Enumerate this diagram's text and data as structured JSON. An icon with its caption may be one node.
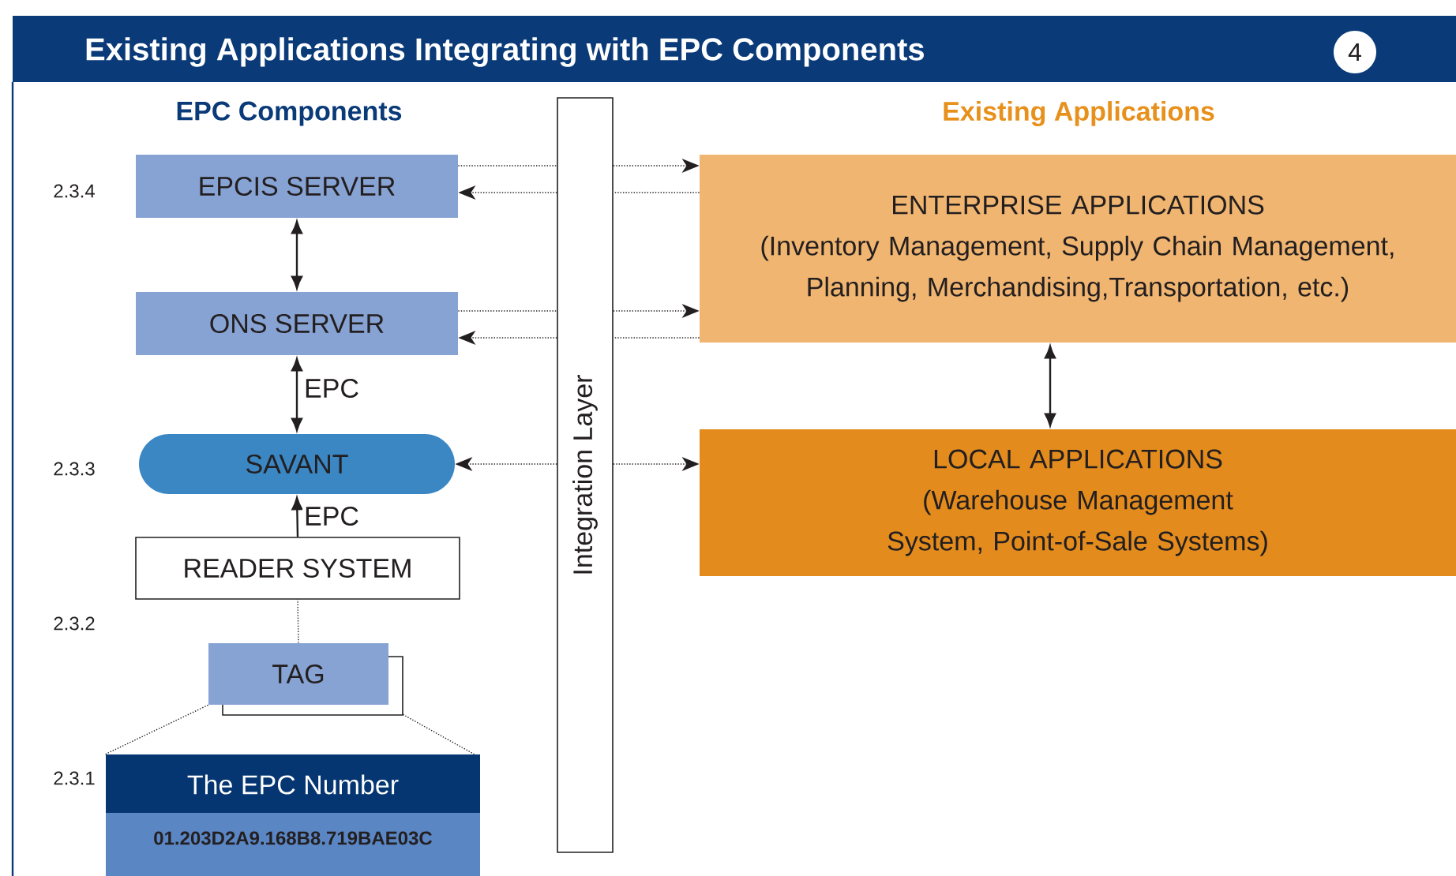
{
  "diagram": {
    "title": "Existing Applications Integrating with EPC Components",
    "nodes": [
      {
        "text": [
          "EPCIS SERVER"
        ]
      },
      {
        "text": [
          "ONS SERVER"
        ]
      },
      {
        "text": [
          "SAVANT"
        ]
      },
      {
        "text": [
          "READER SYSTEM"
        ]
      },
      {
        "text": [
          "TAG"
        ]
      },
      {
        "text": [
          "The EPC Number",
          "01.203D2A9.168B8.719BAE03C"
        ]
      },
      {
        "text": [
          "Integration Layer"
        ]
      },
      {
        "text": [
          "ENTERPRISE APPLICATIONS",
          "(Inventory Management, Supply Chain Management, Planning, Merchandising,Transportation, etc.)"
        ]
      },
      {
        "text": [
          "LOCAL APPLICATIONS",
          "(Warehouse Management System, Point-of-Sale Systems)"
        ]
      }
    ],
    "edges": [
      {
        "from": 0,
        "to": 6,
        "arrow": "none",
        "style": "dashed"
      },
      {
        "from": 6,
        "to": 7,
        "arrow": "to",
        "style": "dashed"
      },
      {
        "from": 7,
        "to": 6,
        "arrow": "none",
        "style": "dashed"
      },
      {
        "from": 6,
        "to": 0,
        "arrow": "to",
        "style": "dashed"
      },
      {
        "from": 1,
        "to": 6,
        "arrow": "none",
        "style": "dashed"
      },
      {
        "from": 6,
        "to": 7,
        "arrow": "to",
        "style": "dashed"
      },
      {
        "from": 7,
        "to": 6,
        "arrow": "none",
        "style": "dashed"
      },
      {
        "from": 6,
        "to": 1,
        "arrow": "to",
        "style": "dashed"
      },
      {
        "from": 6,
        "to": 2,
        "arrow": "to",
        "style": "dashed"
      },
      {
        "from": 6,
        "to": 8,
        "arrow": "to",
        "style": "dashed"
      },
      {
        "from": 0,
        "to": 1,
        "arrow": "both"
      },
      {
        "from": 1,
        "to": 2,
        "arrow": "both",
        "label": "EPC"
      },
      {
        "from": 3,
        "to": 2,
        "arrow": "to",
        "label": "EPC"
      },
      {
        "from": 4,
        "to": 3,
        "arrow": "none",
        "style": "dashed"
      },
      {
        "from": 4,
        "to": 5,
        "arrow": "none",
        "style": "dashed"
      },
      {
        "from": 4,
        "to": 5,
        "arrow": "none",
        "style": "dashed"
      },
      {
        "from": 7,
        "to": 8,
        "arrow": "both"
      }
    ],
    "labels": [
      "4",
      "EPC Components",
      "Existing Applications",
      "2.3.4",
      "2.3.3",
      "2.3.2",
      "2.3.1"
    ]
  }
}
